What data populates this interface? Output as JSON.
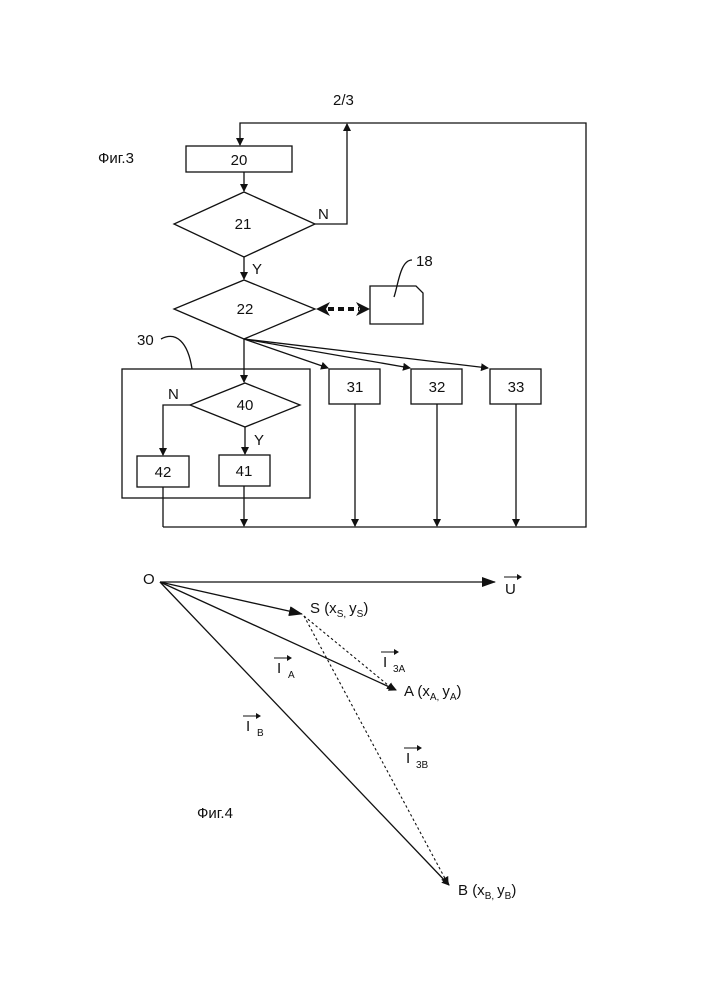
{
  "page_number": "2/3",
  "fig3": {
    "title": "Фиг.3",
    "nodes": {
      "b20": "20",
      "d21": "21",
      "d22": "22",
      "b18": "18",
      "g30": "30",
      "d40": "40",
      "b41": "41",
      "b42": "42",
      "b31": "31",
      "b32": "32",
      "b33": "33"
    },
    "labels": {
      "n21": "N",
      "y21": "Y",
      "n40": "N",
      "y40": "Y"
    }
  },
  "fig4": {
    "title": "Фиг.4",
    "origin": "O",
    "vector_u": "U",
    "point_s": {
      "name": "S",
      "open": "(x",
      "sub1": "S,",
      "mid": "y",
      "sub2": "S",
      "close": ")"
    },
    "point_a": {
      "name": "A",
      "open": "(x",
      "sub1": "A,",
      "mid": "y",
      "sub2": "A",
      "close": ")"
    },
    "point_b": {
      "name": "B",
      "open": "(x",
      "sub1": "B,",
      "mid": "y",
      "sub2": "B",
      "close": ")"
    },
    "vec_ia": {
      "main": "I",
      "sub": "A"
    },
    "vec_ib": {
      "main": "I",
      "sub": "B"
    },
    "vec_i3a": {
      "main": "I",
      "sub": "3A"
    },
    "vec_i3b": {
      "main": "I",
      "sub": "3B"
    }
  }
}
